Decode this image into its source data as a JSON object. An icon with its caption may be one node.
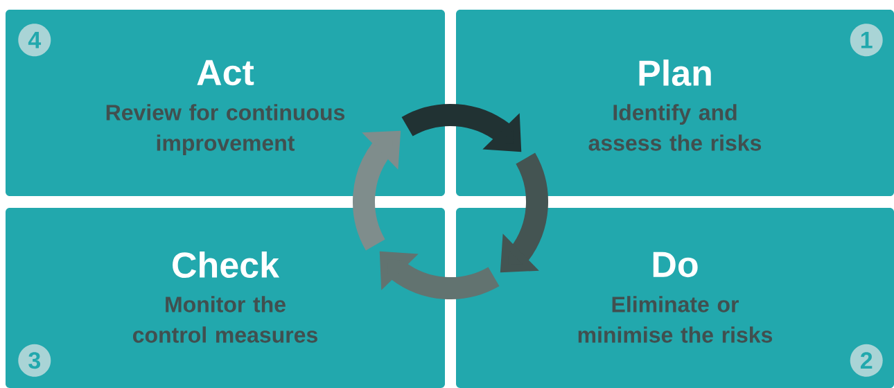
{
  "diagram": {
    "nodes": [
      {
        "text": [
          "Act",
          "Review for continuous improvement"
        ]
      },
      {
        "text": [
          "4"
        ],
        "in": 0
      },
      {
        "text": [
          "Plan",
          "Identify and assess the risks"
        ]
      },
      {
        "text": [
          "1"
        ],
        "in": 2
      },
      {
        "text": [
          "Check",
          "Monitor the control measures"
        ]
      },
      {
        "text": [
          "3"
        ],
        "in": 4
      },
      {
        "text": [
          "Do",
          "Eliminate or minimise the risks"
        ]
      },
      {
        "text": [
          "2"
        ],
        "in": 6
      }
    ],
    "edges": [
      {
        "from": 0,
        "to": 2,
        "arrow": "to",
        "color": "#213233"
      },
      {
        "from": 2,
        "to": 6,
        "arrow": "to",
        "color": "#445452"
      },
      {
        "from": 6,
        "to": 4,
        "arrow": "to",
        "color": "#627370"
      },
      {
        "from": 4,
        "to": 0,
        "arrow": "to",
        "color": "#7f8d8c"
      }
    ]
  }
}
